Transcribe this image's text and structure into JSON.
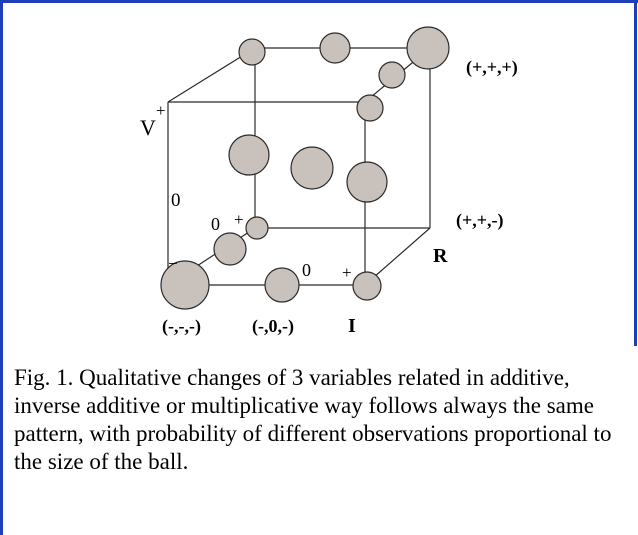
{
  "figure": {
    "axis_labels": {
      "v": "V",
      "r": "R",
      "i": "I"
    },
    "axis_signs": {
      "v_plus": "+",
      "v_zero": "0",
      "v_minus": "−",
      "r_plus": "+",
      "r_zero": "0",
      "i_zero": "0",
      "i_plus": "+"
    },
    "corner_labels": {
      "ppp": "(+,+,+)",
      "ppm": "(+,+,-)",
      "mmm": "(-,-,-)",
      "m0m": "(-,0,-)"
    }
  },
  "caption": "Fig. 1. Qualitative changes of 3 variables related in additive, inverse additive or multiplicative way follows always the same pattern, with probability of different observations proportional to the size of the ball.",
  "colors": {
    "border": "#1f3fb8",
    "ball_fill": "#c8c1bc",
    "ball_stroke": "#2b2b2b",
    "line": "#2b2b2b"
  }
}
